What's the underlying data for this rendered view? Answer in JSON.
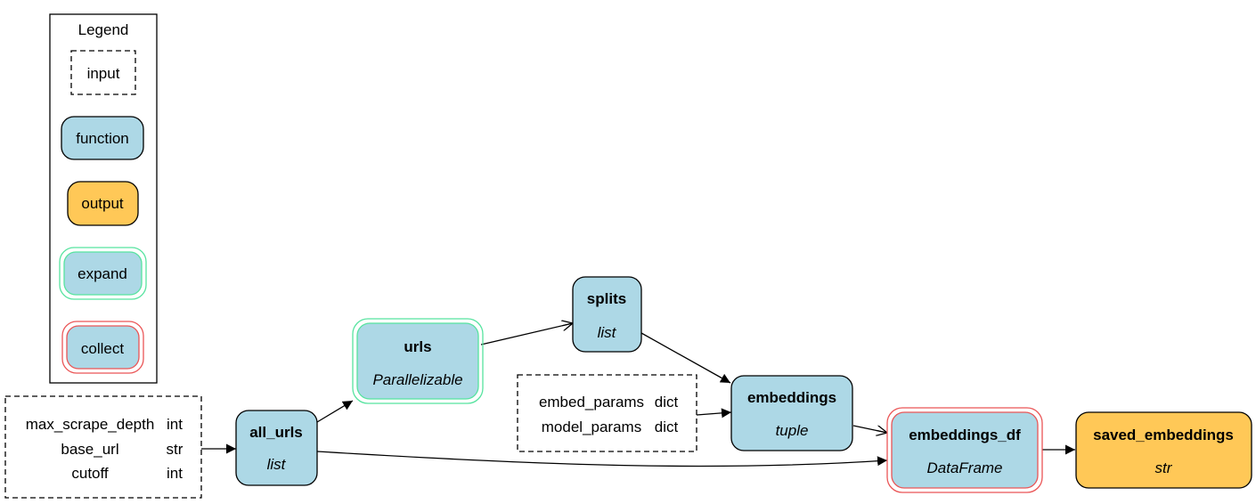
{
  "legend": {
    "title": "Legend",
    "items": {
      "input": "input",
      "function": "function",
      "output": "output",
      "expand": "expand",
      "collect": "collect"
    }
  },
  "nodes": {
    "inputs_left": {
      "rows": [
        {
          "name": "max_scrape_depth",
          "type": "int"
        },
        {
          "name": "base_url",
          "type": "str"
        },
        {
          "name": "cutoff",
          "type": "int"
        }
      ]
    },
    "all_urls": {
      "name": "all_urls",
      "type": "list"
    },
    "urls": {
      "name": "urls",
      "type": "Parallelizable"
    },
    "splits": {
      "name": "splits",
      "type": "list"
    },
    "inputs_mid": {
      "rows": [
        {
          "name": "embed_params",
          "type": "dict"
        },
        {
          "name": "model_params",
          "type": "dict"
        }
      ]
    },
    "embeddings": {
      "name": "embeddings",
      "type": "tuple"
    },
    "embeddings_df": {
      "name": "embeddings_df",
      "type": "DataFrame"
    },
    "saved_embeddings": {
      "name": "saved_embeddings",
      "type": "str"
    }
  },
  "colors": {
    "function_fill": "#add8e6",
    "output_fill": "#ffc857",
    "expand_border": "#56e39f",
    "collect_border": "#ea5556",
    "stroke": "#000000"
  }
}
